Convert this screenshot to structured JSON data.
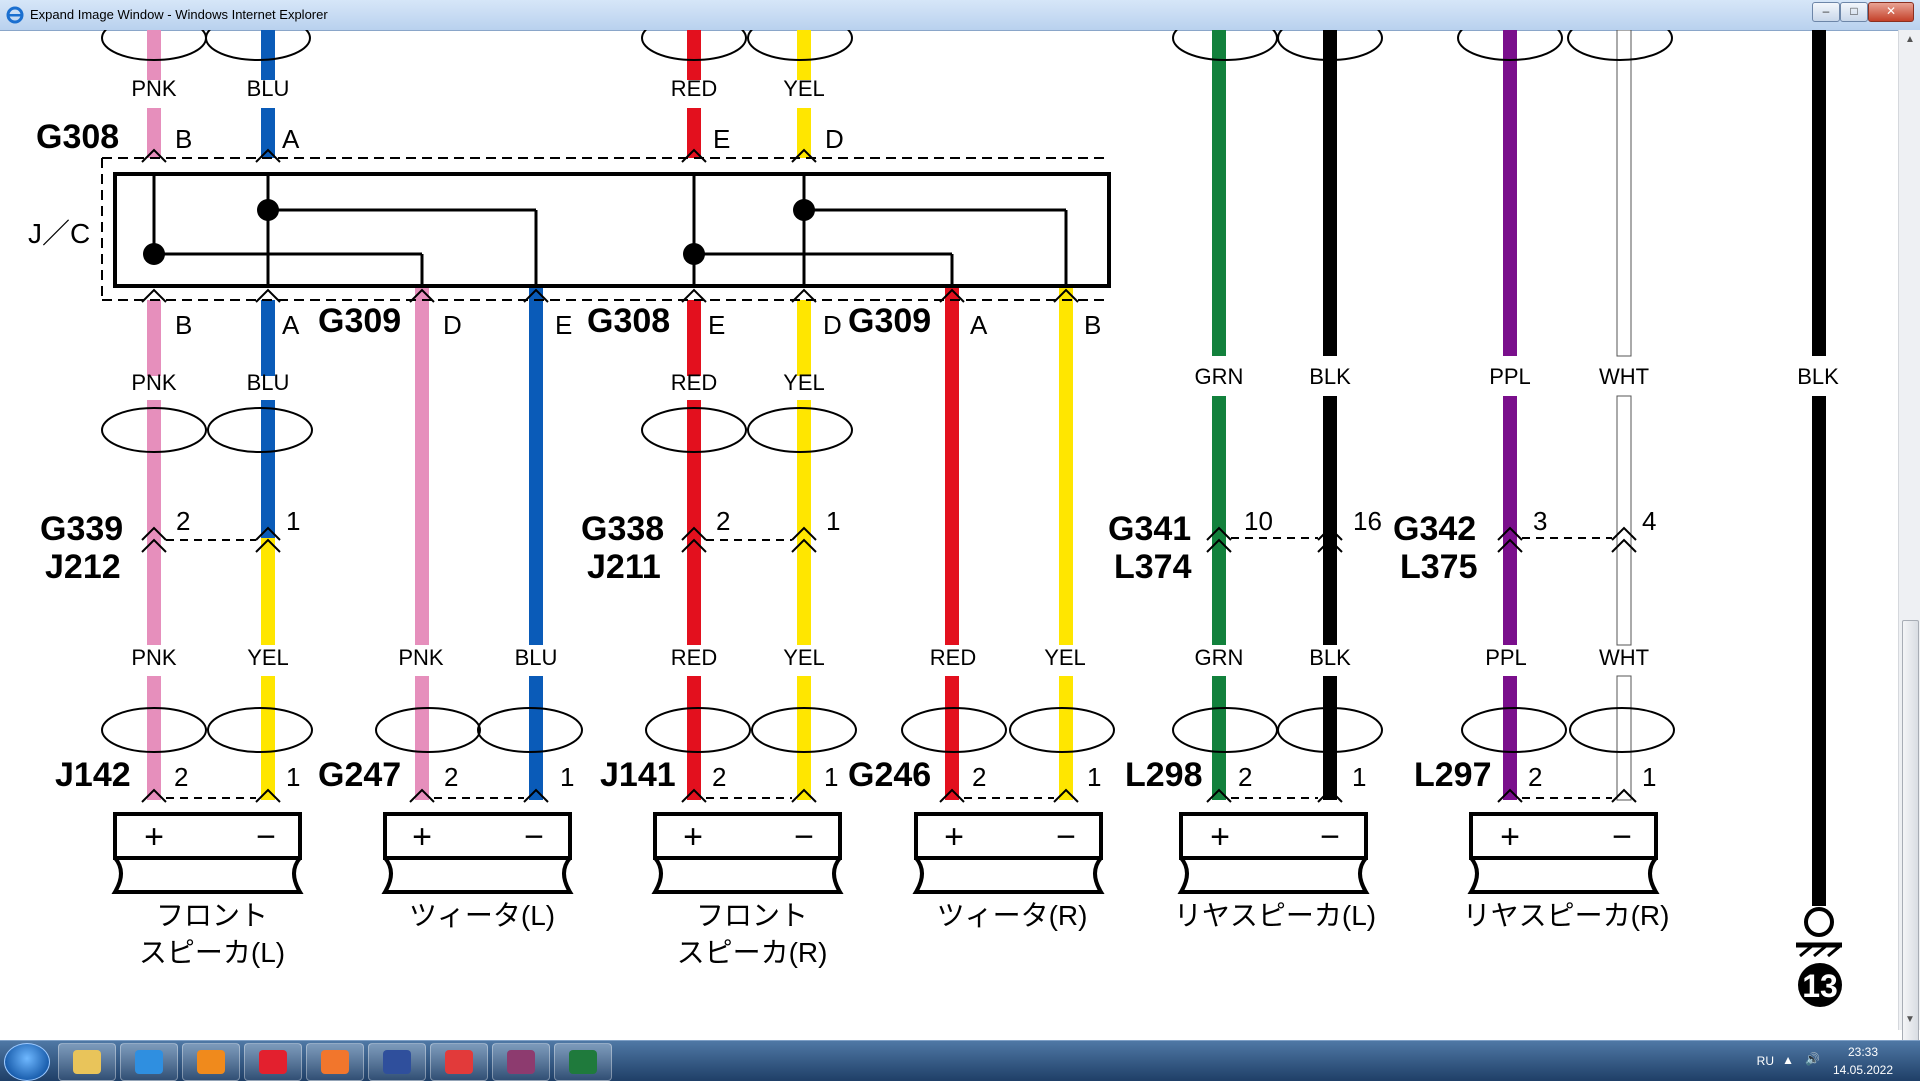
{
  "window": {
    "title": "Expand Image Window - Windows Internet Explorer"
  },
  "diagram": {
    "jc_label": "J／C",
    "top_connector_labels": [
      {
        "text": "G308"
      }
    ],
    "mid_connector_labels": [
      {
        "text": "G309"
      },
      {
        "text": "G308"
      },
      {
        "text": "G309"
      }
    ],
    "wire_color_labels_top": [
      "PNK",
      "BLU",
      "RED",
      "YEL"
    ],
    "wire_color_labels_mid": [
      "PNK",
      "BLU",
      "RED",
      "YEL",
      "GRN",
      "BLK",
      "PPL",
      "WHT",
      "BLK"
    ],
    "wire_color_labels_bottom": [
      "PNK",
      "YEL",
      "PNK",
      "BLU",
      "RED",
      "YEL",
      "RED",
      "YEL",
      "GRN",
      "BLK",
      "PPL",
      "WHT"
    ],
    "pin_letters_top": [
      "B",
      "A",
      "E",
      "D"
    ],
    "pin_letters_mid": [
      "B",
      "A",
      "D",
      "E",
      "E",
      "D",
      "A",
      "B"
    ],
    "inline_connectors": [
      {
        "line1": "G339",
        "line2": "J212",
        "pinA": "2",
        "pinB": "1"
      },
      {
        "line1": "G338",
        "line2": "J211",
        "pinA": "2",
        "pinB": "1"
      },
      {
        "line1": "G341",
        "line2": "L374",
        "pinA": "10",
        "pinB": "16"
      },
      {
        "line1": "G342",
        "line2": "L375",
        "pinA": "3",
        "pinB": "4"
      }
    ],
    "speakers": [
      {
        "code": "J142",
        "pin1": "2",
        "pin2": "1",
        "plus": "+",
        "minus": "−",
        "name1": "フロント",
        "name2": "スピーカ(L)"
      },
      {
        "code": "G247",
        "pin1": "2",
        "pin2": "1",
        "plus": "+",
        "minus": "−",
        "name1": "ツィータ(L)",
        "name2": ""
      },
      {
        "code": "J141",
        "pin1": "2",
        "pin2": "1",
        "plus": "+",
        "minus": "−",
        "name1": "フロント",
        "name2": "スピーカ(R)"
      },
      {
        "code": "G246",
        "pin1": "2",
        "pin2": "1",
        "plus": "+",
        "minus": "−",
        "name1": "ツィータ(R)",
        "name2": ""
      },
      {
        "code": "L298",
        "pin1": "2",
        "pin2": "1",
        "plus": "+",
        "minus": "−",
        "name1": "リヤスピーカ(L)",
        "name2": ""
      },
      {
        "code": "L297",
        "pin1": "2",
        "pin2": "1",
        "plus": "+",
        "minus": "−",
        "name1": "リヤスピーカ(R)",
        "name2": ""
      }
    ],
    "ground": {
      "number": "13"
    },
    "colors": {
      "PNK": "#e68fbc",
      "BLU": "#0a5bb8",
      "RED": "#e3101e",
      "YEL": "#ffe600",
      "GRN": "#12813c",
      "BLK": "#000000",
      "PPL": "#7a0f8c",
      "WHT": "#ffffff"
    }
  },
  "taskbar": {
    "apps": [
      {
        "icon": "folder-icon",
        "color": "#e9c45a"
      },
      {
        "icon": "internet-explorer-icon",
        "color": "#2f8fe0"
      },
      {
        "icon": "media-player-icon",
        "color": "#f08a1c"
      },
      {
        "icon": "yandex-icon",
        "color": "#e3202e"
      },
      {
        "icon": "firefox-icon",
        "color": "#f2762c"
      },
      {
        "icon": "floppy-disk-icon",
        "color": "#2f4f9c"
      },
      {
        "icon": "yandex-browser-icon",
        "color": "#e23a3a"
      },
      {
        "icon": "winrar-icon",
        "color": "#8d3b6f"
      },
      {
        "icon": "excel-icon",
        "color": "#1f7a3c"
      }
    ],
    "lang": "RU",
    "time": "23:33",
    "date": "14.05.2022"
  }
}
